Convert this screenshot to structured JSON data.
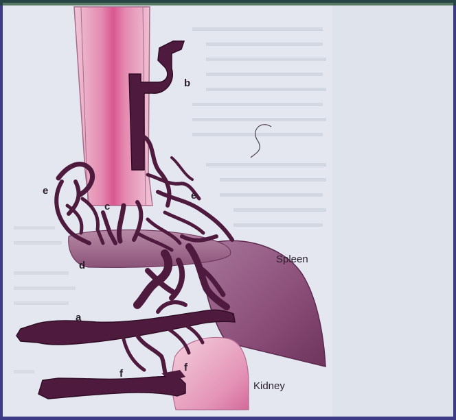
{
  "labels": {
    "a": "a",
    "b": "b",
    "c": "c",
    "d": "d",
    "e_left": "e",
    "e_right": "e",
    "f_left": "f",
    "f_right": "f",
    "spleen": "Spleen",
    "kidney": "Kidney"
  },
  "colors": {
    "vessel": "#4e1a3e",
    "vessel_edge": "#2f0d25",
    "esophagus": "#e6a8c4",
    "esophagus_core": "#d9568e",
    "stomach": "#9a5f86",
    "spleen": "#8a4d78",
    "kidney": "#e7a8c3",
    "paper": "#e3e7ee",
    "border": "#3d3a86"
  }
}
